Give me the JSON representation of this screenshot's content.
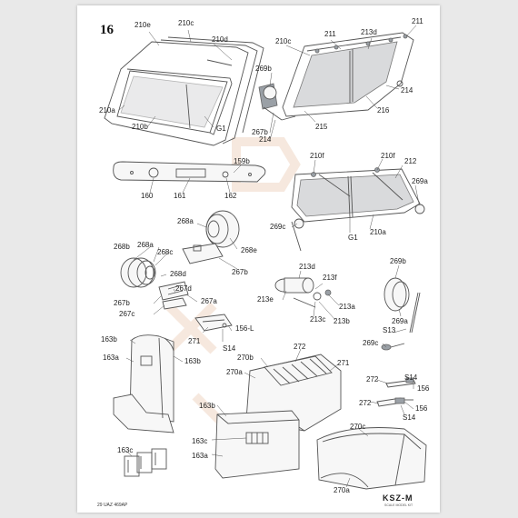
{
  "sheet": {
    "number": "16",
    "footer": "29  UAZ 469AP",
    "brand": "KSZ-M",
    "brand_sub": "SCALE MODEL KIT"
  },
  "callouts": [
    "210e",
    "210c",
    "210d",
    "210a",
    "210b",
    "G1",
    "211",
    "213d",
    "211",
    "210c",
    "269b",
    "214",
    "216",
    "215",
    "267b",
    "214",
    "159b",
    "160",
    "161",
    "162",
    "210f",
    "210f",
    "212",
    "269a",
    "269c",
    "G1",
    "210a",
    "268a",
    "268e",
    "267b",
    "268b",
    "268a",
    "268c",
    "268d",
    "267d",
    "267a",
    "267b",
    "267c",
    "213d",
    "213f",
    "213e",
    "213a",
    "213c",
    "213b",
    "269b",
    "269a",
    "S13",
    "269c",
    "271",
    "156-L",
    "S14",
    "163b",
    "163a",
    "163b",
    "272",
    "270b",
    "270a",
    "271",
    "272",
    "S14",
    "156",
    "272",
    "156",
    "S14",
    "163b",
    "163c",
    "163a",
    "163c",
    "270c",
    "270a"
  ]
}
